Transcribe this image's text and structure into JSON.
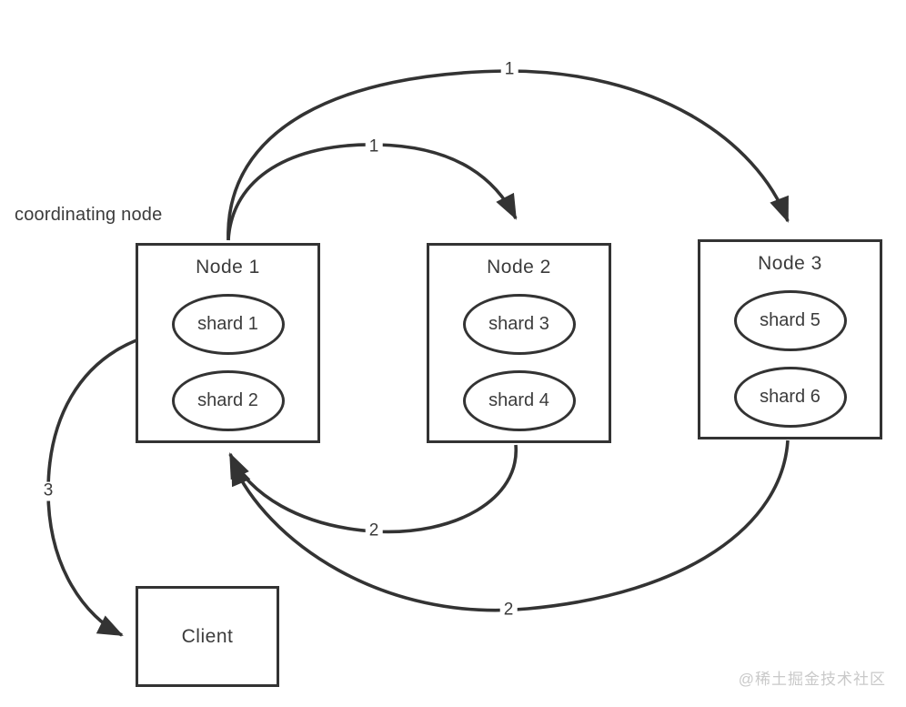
{
  "diagram": {
    "coordinating_label": "coordinating node",
    "nodes": [
      {
        "label": "Node 1",
        "shards": [
          "shard 1",
          "shard 2"
        ]
      },
      {
        "label": "Node 2",
        "shards": [
          "shard 3",
          "shard 4"
        ]
      },
      {
        "label": "Node 3",
        "shards": [
          "shard 5",
          "shard 6"
        ]
      }
    ],
    "client_label": "Client",
    "edges": [
      {
        "label": "1",
        "from": "Node 1",
        "to": "Node 2"
      },
      {
        "label": "1",
        "from": "Node 1",
        "to": "Node 3"
      },
      {
        "label": "2",
        "from": "Node 2",
        "to": "Node 1"
      },
      {
        "label": "2",
        "from": "Node 3",
        "to": "Node 1"
      },
      {
        "label": "3",
        "from": "Node 1",
        "to": "Client"
      }
    ],
    "watermark": "@稀土掘金技术社区",
    "colors": {
      "stroke": "#333333",
      "text": "#3b3b3b",
      "background": "#ffffff",
      "watermark": "#c9c9c9"
    }
  }
}
